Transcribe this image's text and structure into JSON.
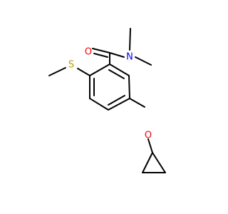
{
  "atoms": {
    "oxygen_carbonyl": "O",
    "nitrogen_amide": "N",
    "sulfur": "S",
    "oxygen_ether": "O"
  },
  "colors": {
    "bond": "#000000",
    "oxygen": "#ff0000",
    "nitrogen": "#0000ff",
    "sulfur": "#b2a100"
  }
}
